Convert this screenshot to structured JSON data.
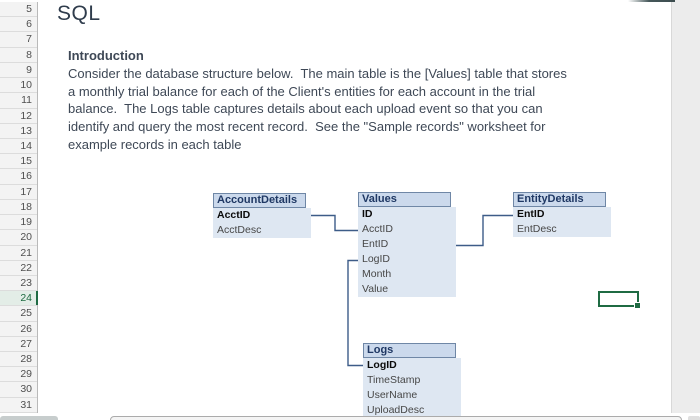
{
  "title": "SQL",
  "intro": {
    "heading": "Introduction",
    "lines": [
      "Consider the database structure below.  The main table is the [Values] table that stores",
      "a monthly trial balance for each of the Client's entities for each account in the trial",
      "balance.  The Logs table captures details about each upload event so that you can",
      "identify and query the most recent record.  See the \"Sample records\" worksheet for",
      "example records in each table"
    ]
  },
  "row_headers": {
    "numbers": [
      5,
      6,
      7,
      8,
      9,
      10,
      11,
      12,
      13,
      14,
      15,
      16,
      17,
      18,
      19,
      20,
      21,
      22,
      23,
      24,
      25,
      26,
      27,
      28,
      29,
      30,
      31
    ],
    "active_row": 24
  },
  "diagram": {
    "tables": [
      {
        "id": "accountdetails",
        "name": "AccountDetails",
        "fields": [
          {
            "label": "AcctID",
            "pk": true
          },
          {
            "label": "AcctDesc",
            "pk": false
          }
        ]
      },
      {
        "id": "values",
        "name": "Values",
        "fields": [
          {
            "label": "ID",
            "pk": true
          },
          {
            "label": "AcctID",
            "pk": false
          },
          {
            "label": "EntID",
            "pk": false
          },
          {
            "label": "LogID",
            "pk": false
          },
          {
            "label": "Month",
            "pk": false
          },
          {
            "label": "Value",
            "pk": false
          }
        ]
      },
      {
        "id": "entitydetails",
        "name": "EntityDetails",
        "fields": [
          {
            "label": "EntID",
            "pk": true
          },
          {
            "label": "EntDesc",
            "pk": false
          }
        ]
      },
      {
        "id": "logs",
        "name": "Logs",
        "fields": [
          {
            "label": "LogID",
            "pk": true
          },
          {
            "label": "TimeStamp",
            "pk": false
          },
          {
            "label": "UserName",
            "pk": false
          },
          {
            "label": "UploadDesc",
            "pk": false
          }
        ]
      }
    ],
    "relationships": [
      {
        "from": "AccountDetails.AcctID",
        "to": "Values.AcctID"
      },
      {
        "from": "EntityDetails.EntID",
        "to": "Values.EntID"
      },
      {
        "from": "Logs.LogID",
        "to": "Values.LogID"
      }
    ]
  },
  "colors": {
    "table_header_bg": "#cbd9ec",
    "table_body_bg": "#dee7f2",
    "header_text": "#1f3864",
    "connector": "#3d5c88",
    "selection": "#1f6b43"
  }
}
